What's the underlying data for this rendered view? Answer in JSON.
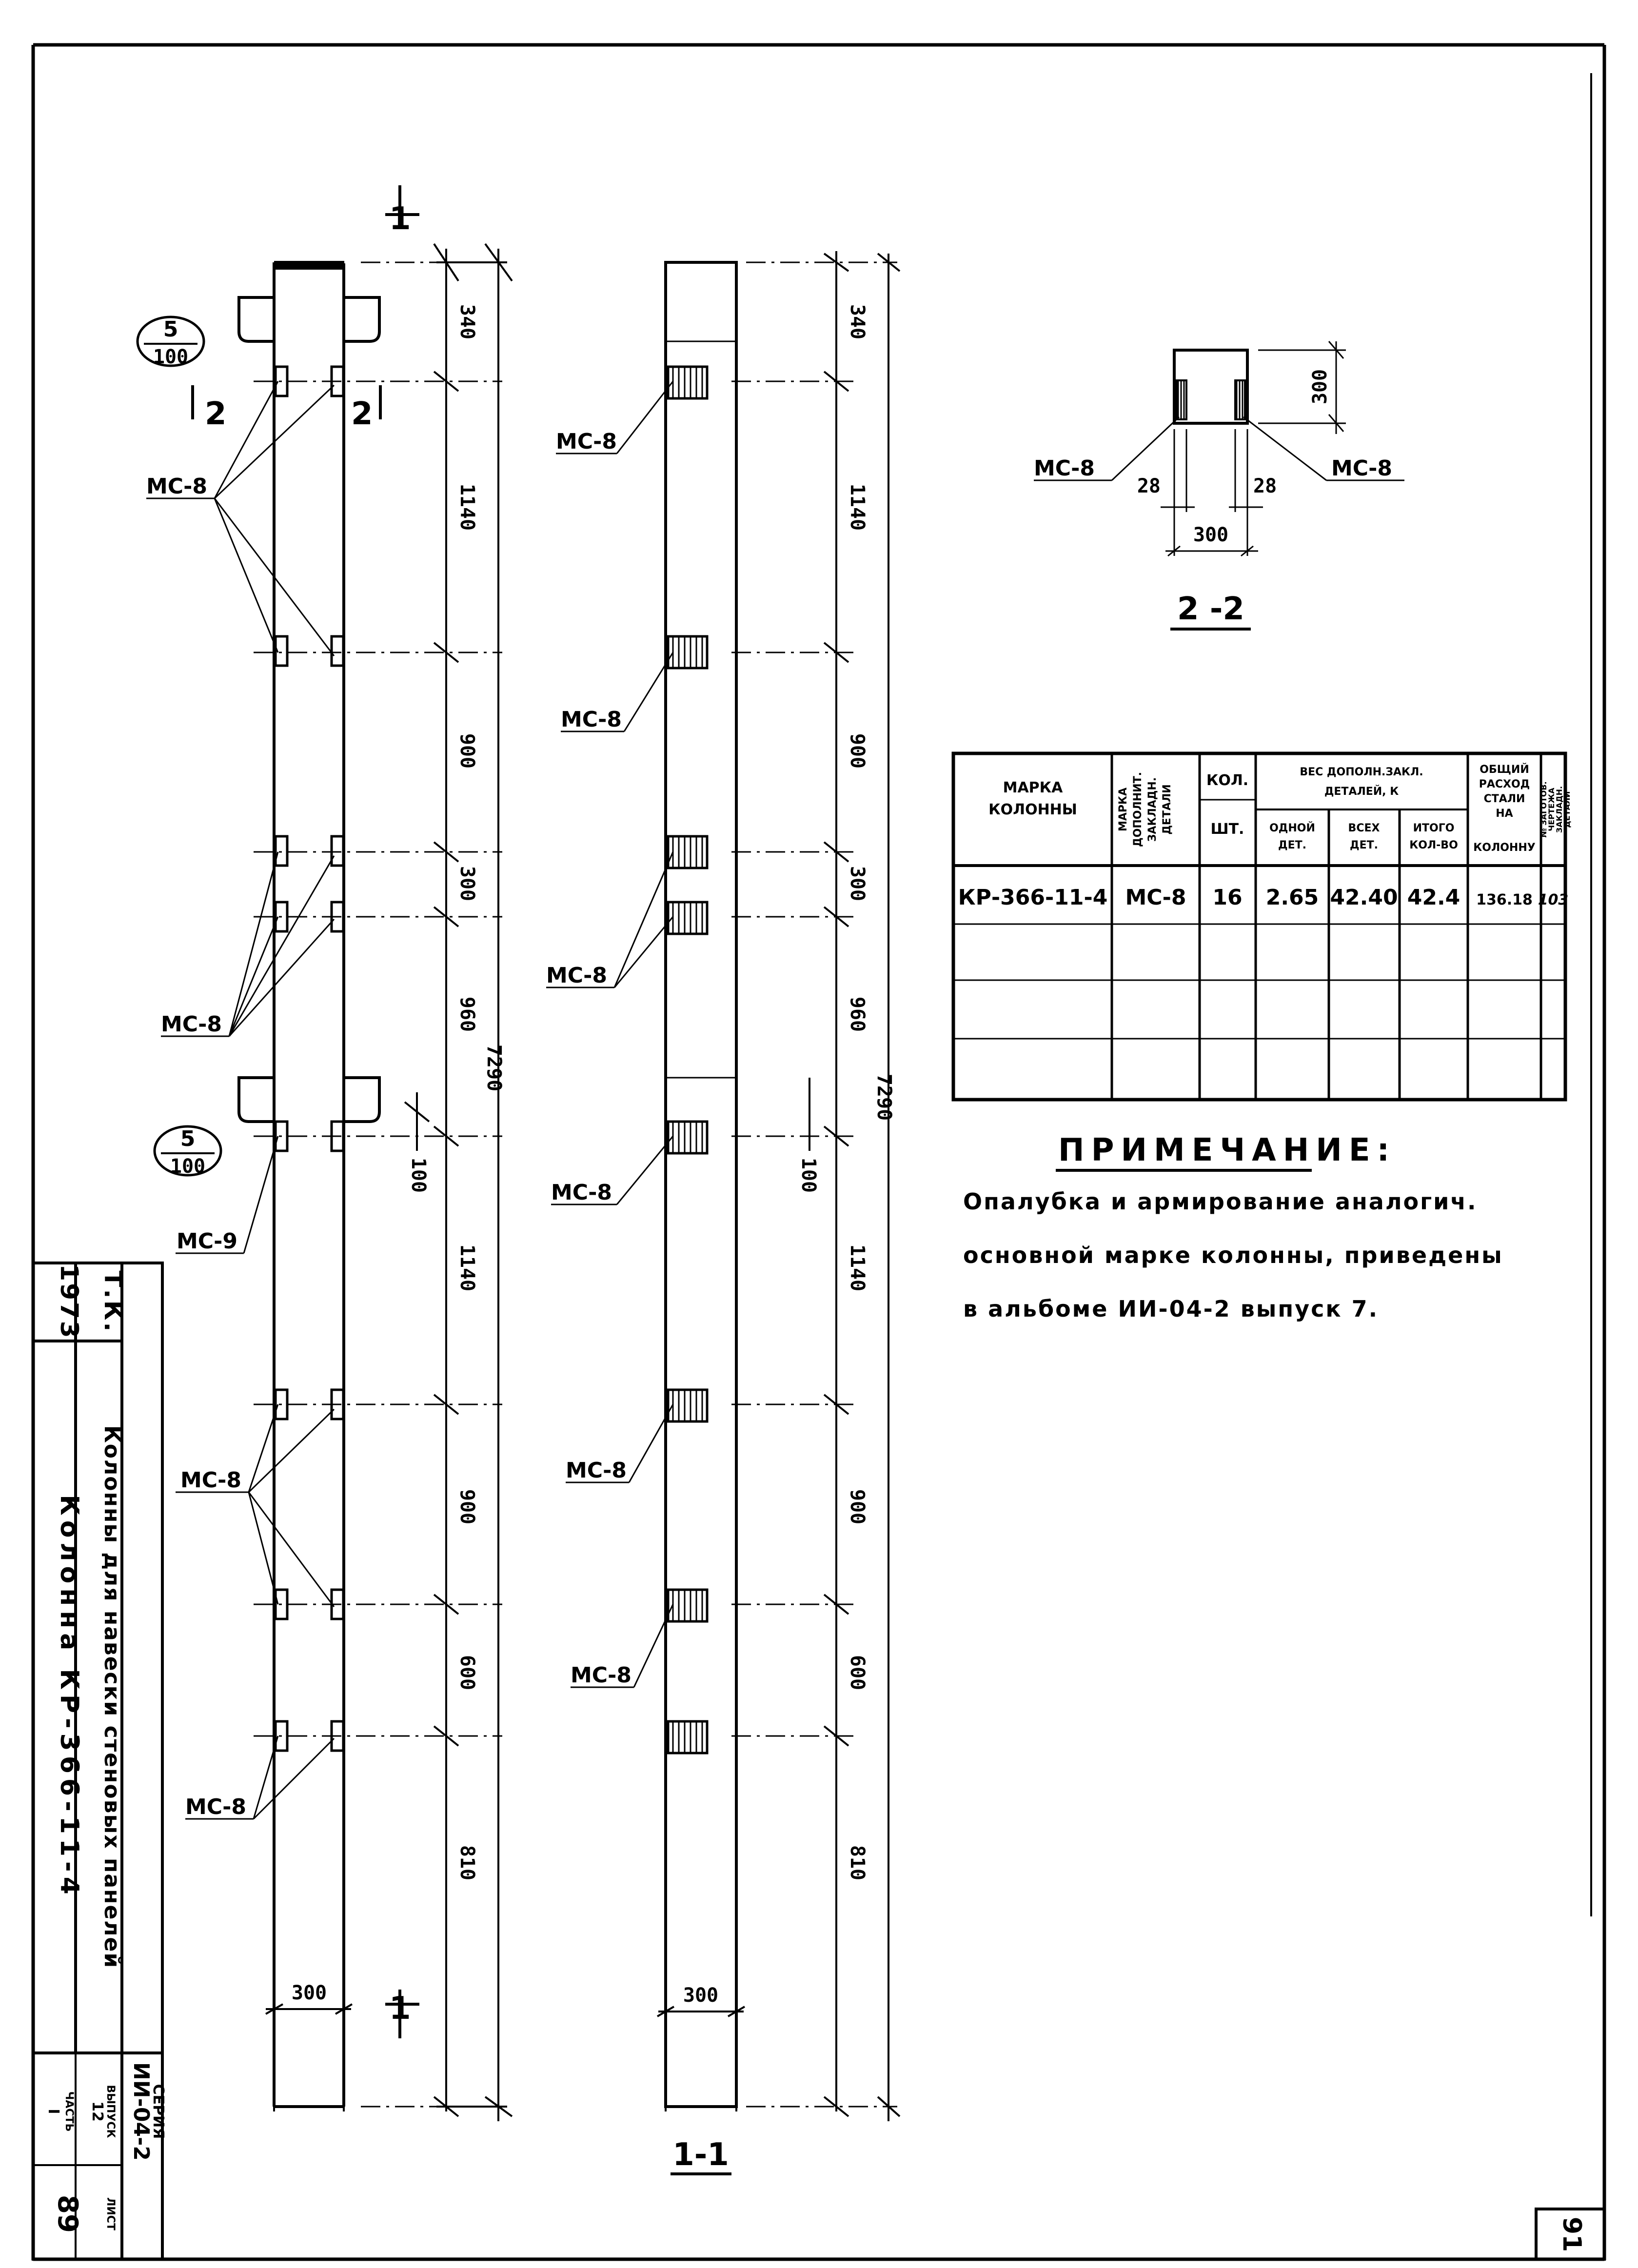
{
  "drawing": {
    "element_label": "МС-8",
    "element_label_alt": "МС-9",
    "section_tag_1": "1",
    "section_tag_2": "2",
    "callout_num": "5",
    "callout_den": "100",
    "total_length": "7290",
    "width": "300",
    "segments": [
      "340",
      "1140",
      "900",
      "300",
      "960",
      "100",
      "1140",
      "900",
      "600",
      "810"
    ],
    "section_1_title": "1-1",
    "section_2_title": "2 -2",
    "section_2_dims": {
      "height": "300",
      "offset_left": "28",
      "offset_right": "28",
      "width": "300"
    }
  },
  "spec_table": {
    "header": {
      "col1": [
        "МАРКА",
        "КОЛОННЫ"
      ],
      "col2": [
        "МАРКА",
        "ДОПОЛНИТ.",
        "ЗАКЛАДН.",
        "ДЕТАЛИ"
      ],
      "col3_top": "КОЛ.",
      "col3_bottom": "ШТ.",
      "group_title": [
        "ВЕС ДОПОЛН.ЗАКЛ.",
        "ДЕТАЛЕЙ, К"
      ],
      "sub1": [
        "ОДНОЙ",
        "ДЕТ."
      ],
      "sub2": [
        "ВСЕХ",
        "ДЕТ."
      ],
      "sub3": [
        "ИТОГО",
        "КОЛ-ВО"
      ],
      "col_total": [
        "ОБЩИЙ",
        "РАСХОД",
        "СТАЛИ",
        "НА",
        "КОЛОННУ"
      ],
      "col_last": [
        "№ ЗАГОТОВ.",
        "ЧЕРТЕЖА",
        "ЗАКЛАДН.",
        "ДЕТАЛИ"
      ]
    },
    "row": [
      "КР-366-11-4",
      "МС-8",
      "16",
      "2.65",
      "42.40",
      "42.4",
      "136.18",
      "103"
    ]
  },
  "note": {
    "title": "ПРИМЕЧАНИЕ:",
    "lines": [
      "Опалубка и армирование аналогич.",
      "основной марке колонны, приведены",
      "в альбоме ИИ-04-2 выпуск 7."
    ]
  },
  "title_block": {
    "year": "1973",
    "org": "Т.К.",
    "subject": "Колонны для навески стеновых панелей",
    "title": "Колонна  КР-366-11-4",
    "series_label": "СЕРИЯ",
    "series": "ИИ-04-2",
    "issue_label": "ВЫПУСК",
    "issue": "12",
    "part_label": "ЧАСТЬ",
    "part": "I",
    "sheet_label": "ЛИСТ",
    "sheet": "89"
  },
  "page_number": "91"
}
